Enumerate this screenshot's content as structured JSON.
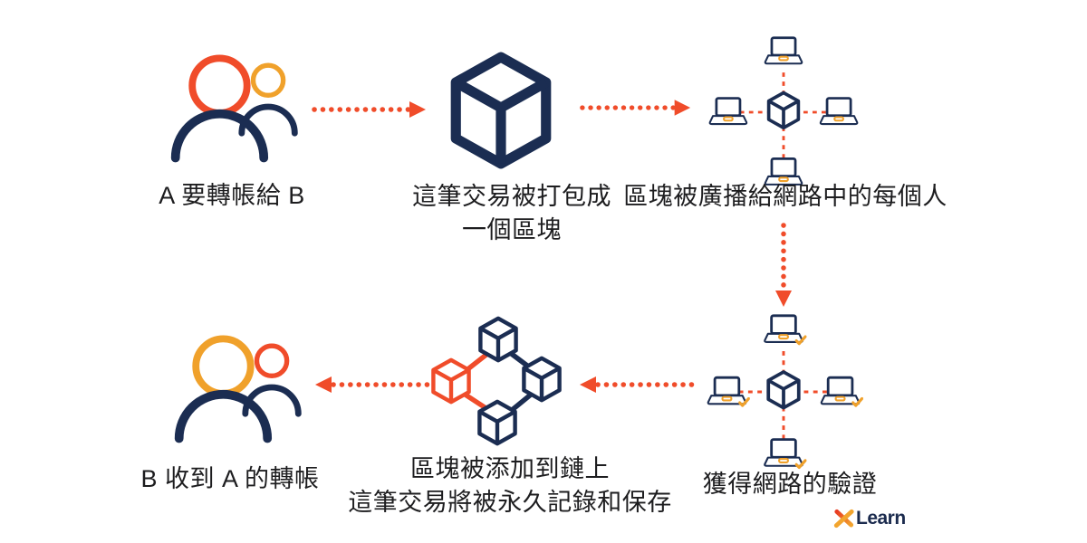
{
  "colors": {
    "navy": "#1b2d52",
    "red": "#f04c2a",
    "orange": "#f0a12b",
    "text": "#1d1d1f",
    "background": "#ffffff"
  },
  "steps": [
    {
      "id": "transfer-request",
      "label": "A 要轉帳給 B"
    },
    {
      "id": "packaged-block",
      "label": "這筆交易被打包成",
      "label2": "一個區塊"
    },
    {
      "id": "broadcast",
      "label": "區塊被廣播給網路中的每個人"
    },
    {
      "id": "verification",
      "label": "獲得網路的驗證"
    },
    {
      "id": "added-to-chain",
      "label": "區塊被添加到鏈上",
      "label2": "這筆交易將被永久記錄和保存"
    },
    {
      "id": "transfer-received",
      "label": "B 收到 A 的轉帳"
    }
  ],
  "logo": {
    "brand": "Learn"
  }
}
